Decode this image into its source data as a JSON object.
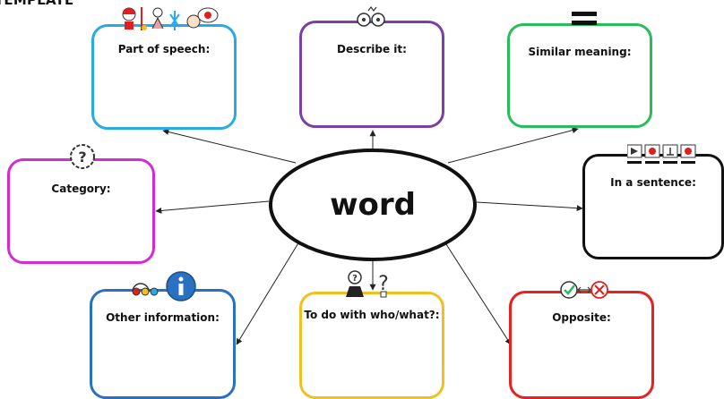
{
  "header": {
    "title": "TEMPLATE"
  },
  "center": {
    "word": "word"
  },
  "boxes": [
    {
      "id": "part-of-speech",
      "label": "Part of speech:",
      "color": "#29aae2"
    },
    {
      "id": "describe-it",
      "label": "Describe it:",
      "color": "#7b3fa6"
    },
    {
      "id": "similar-meaning",
      "label": "Similar meaning:",
      "color": "#2bbb5a"
    },
    {
      "id": "category",
      "label": "Category:",
      "color": "#d42bd4"
    },
    {
      "id": "in-a-sentence",
      "label": "In a sentence:",
      "color": "#111111"
    },
    {
      "id": "other-information",
      "label": "Other information:",
      "color": "#2a72c0"
    },
    {
      "id": "to-do-with",
      "label": "To do with who/what?:",
      "color": "#f0c020"
    },
    {
      "id": "opposite",
      "label": "Opposite:",
      "color": "#e82020"
    }
  ],
  "icons": {
    "part_of_speech": "parts-of-speech-icon",
    "describe": "describe-icon",
    "similar": "equals-icon",
    "category": "category-icon",
    "sentence": "sentence-icon",
    "info": "information-icon",
    "who_what": "who-what-icon",
    "opposite": "opposite-icon"
  }
}
